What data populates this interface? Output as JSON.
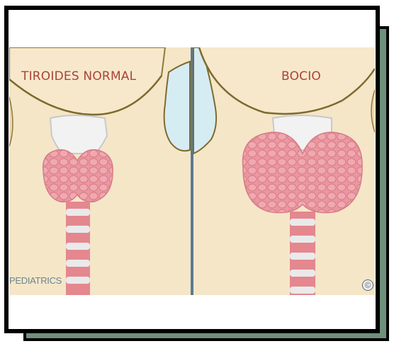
{
  "panels": {
    "left_label": "TIROIDES NORMAL",
    "right_label": "BOCIO"
  },
  "watermark": "PEDIATRICS",
  "copyright_mark": "©",
  "colors": {
    "frame_shadow": "#6e917c",
    "skin": "#f5e6c8",
    "thyroid": "#e88e97",
    "divider": "#5b7b8f",
    "label": "#a94438"
  }
}
